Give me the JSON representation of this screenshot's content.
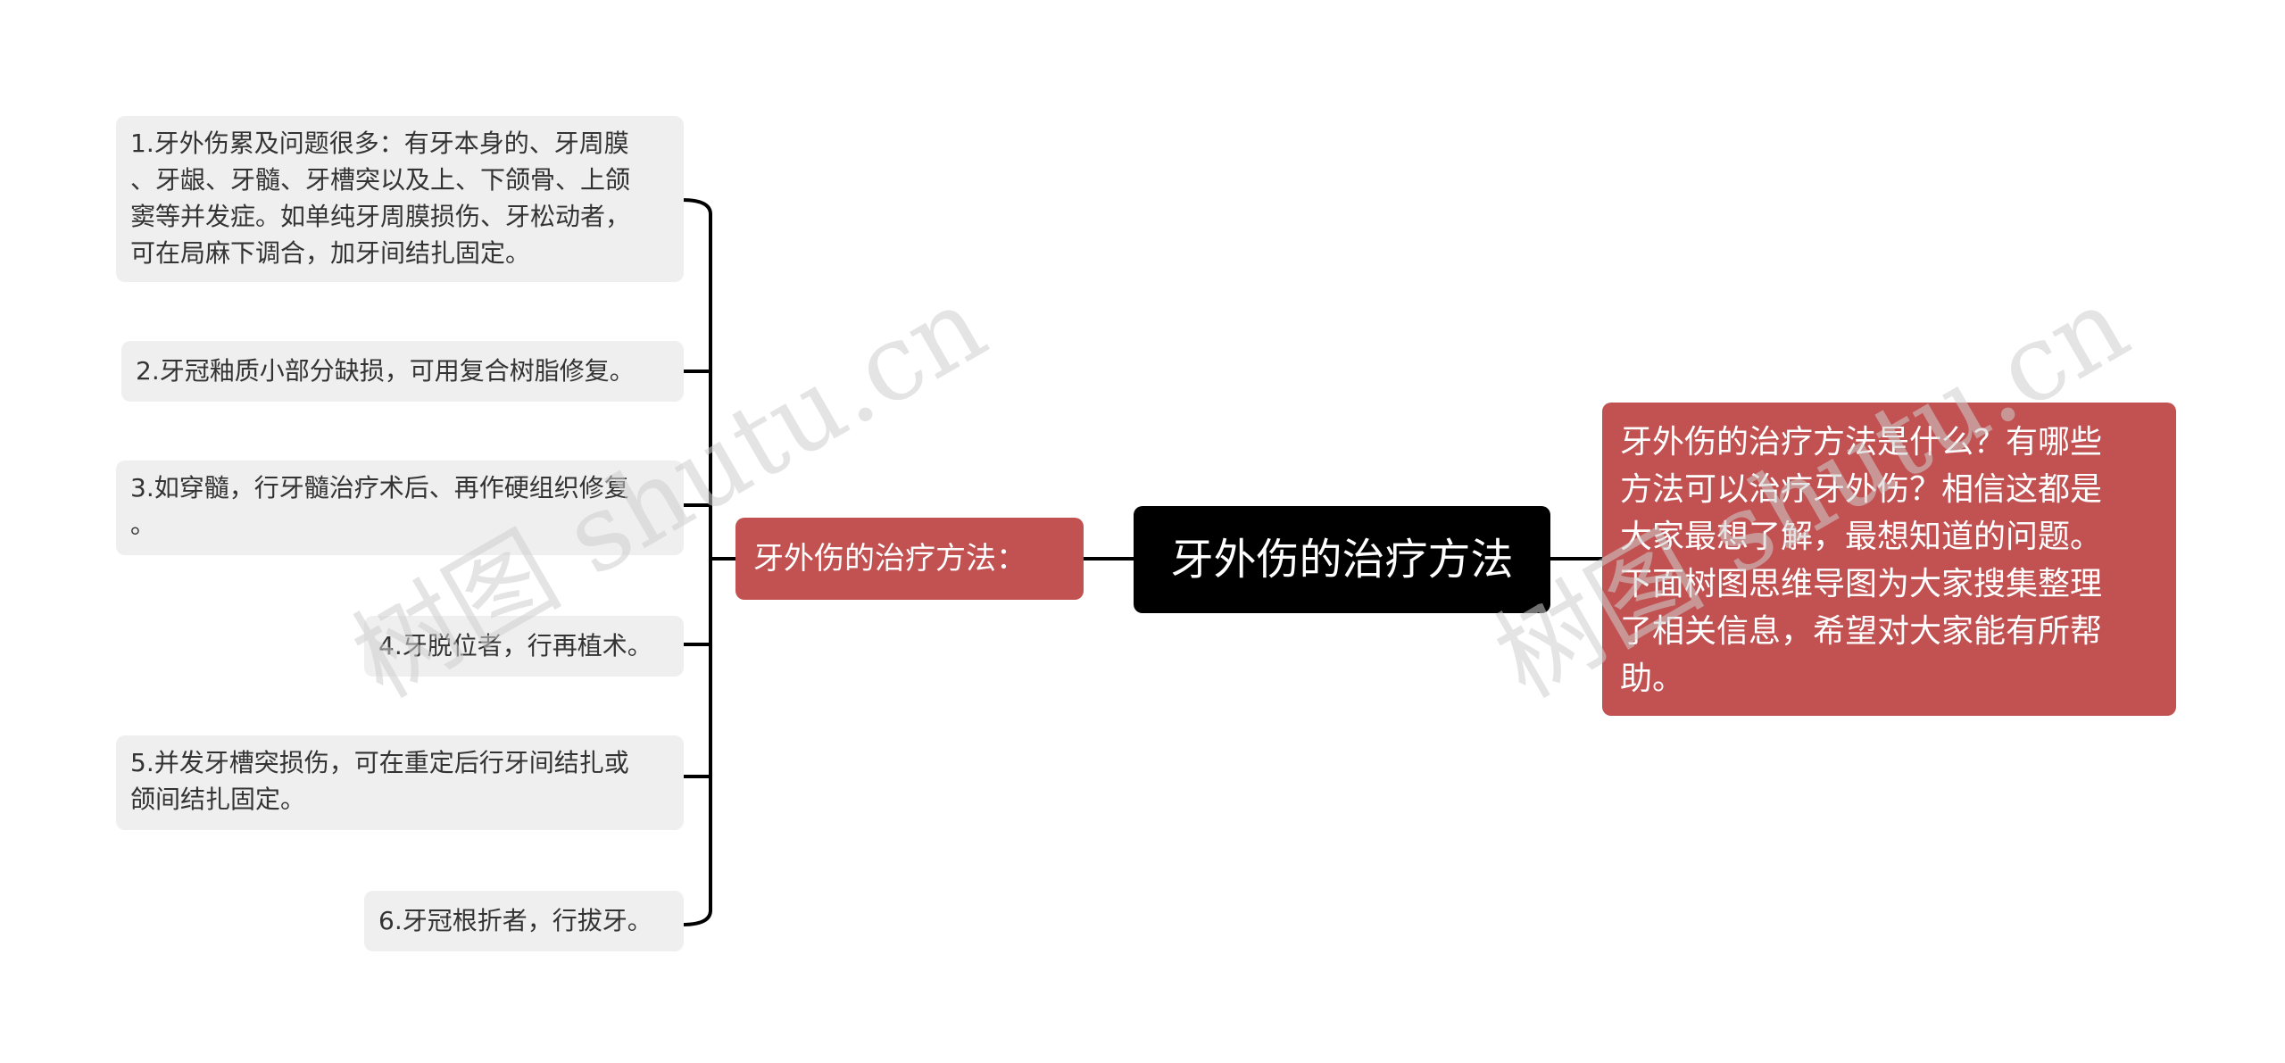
{
  "root": {
    "label": "牙外伤的治疗方法"
  },
  "branch": {
    "label": "牙外伤的治疗方法："
  },
  "leaves": [
    {
      "text": "1.牙外伤累及问题很多：有牙本身的、牙周膜\n、牙龈、牙髓、牙槽突以及上、下颌骨、上颌\n窦等并发症。如单纯牙周膜损伤、牙松动者，\n可在局麻下调合，加牙间结扎固定。"
    },
    {
      "text": "2.牙冠釉质小部分缺损，可用复合树脂修复。"
    },
    {
      "text": "3.如穿髓，行牙髓治疗术后、再作硬组织修复\n。"
    },
    {
      "text": "4.牙脱位者，行再植术。"
    },
    {
      "text": "5.并发牙槽突损伤，可在重定后行牙间结扎或\n颌间结扎固定。"
    },
    {
      "text": "6.牙冠根折者，行拔牙。"
    }
  ],
  "description": {
    "text": "牙外伤的治疗方法是什么？有哪些\n方法可以治疗牙外伤？相信这都是\n大家最想了解，最想知道的问题。\n下面树图思维导图为大家搜集整理\n了相关信息，希望对大家能有所帮\n助。"
  },
  "watermarks": [
    "树图 shutu.cn",
    "树图 shutu.cn"
  ],
  "colors": {
    "branch_fill": "#c25152",
    "root_fill": "#000000",
    "leaf_fill": "#efefef",
    "line": "#000000"
  }
}
